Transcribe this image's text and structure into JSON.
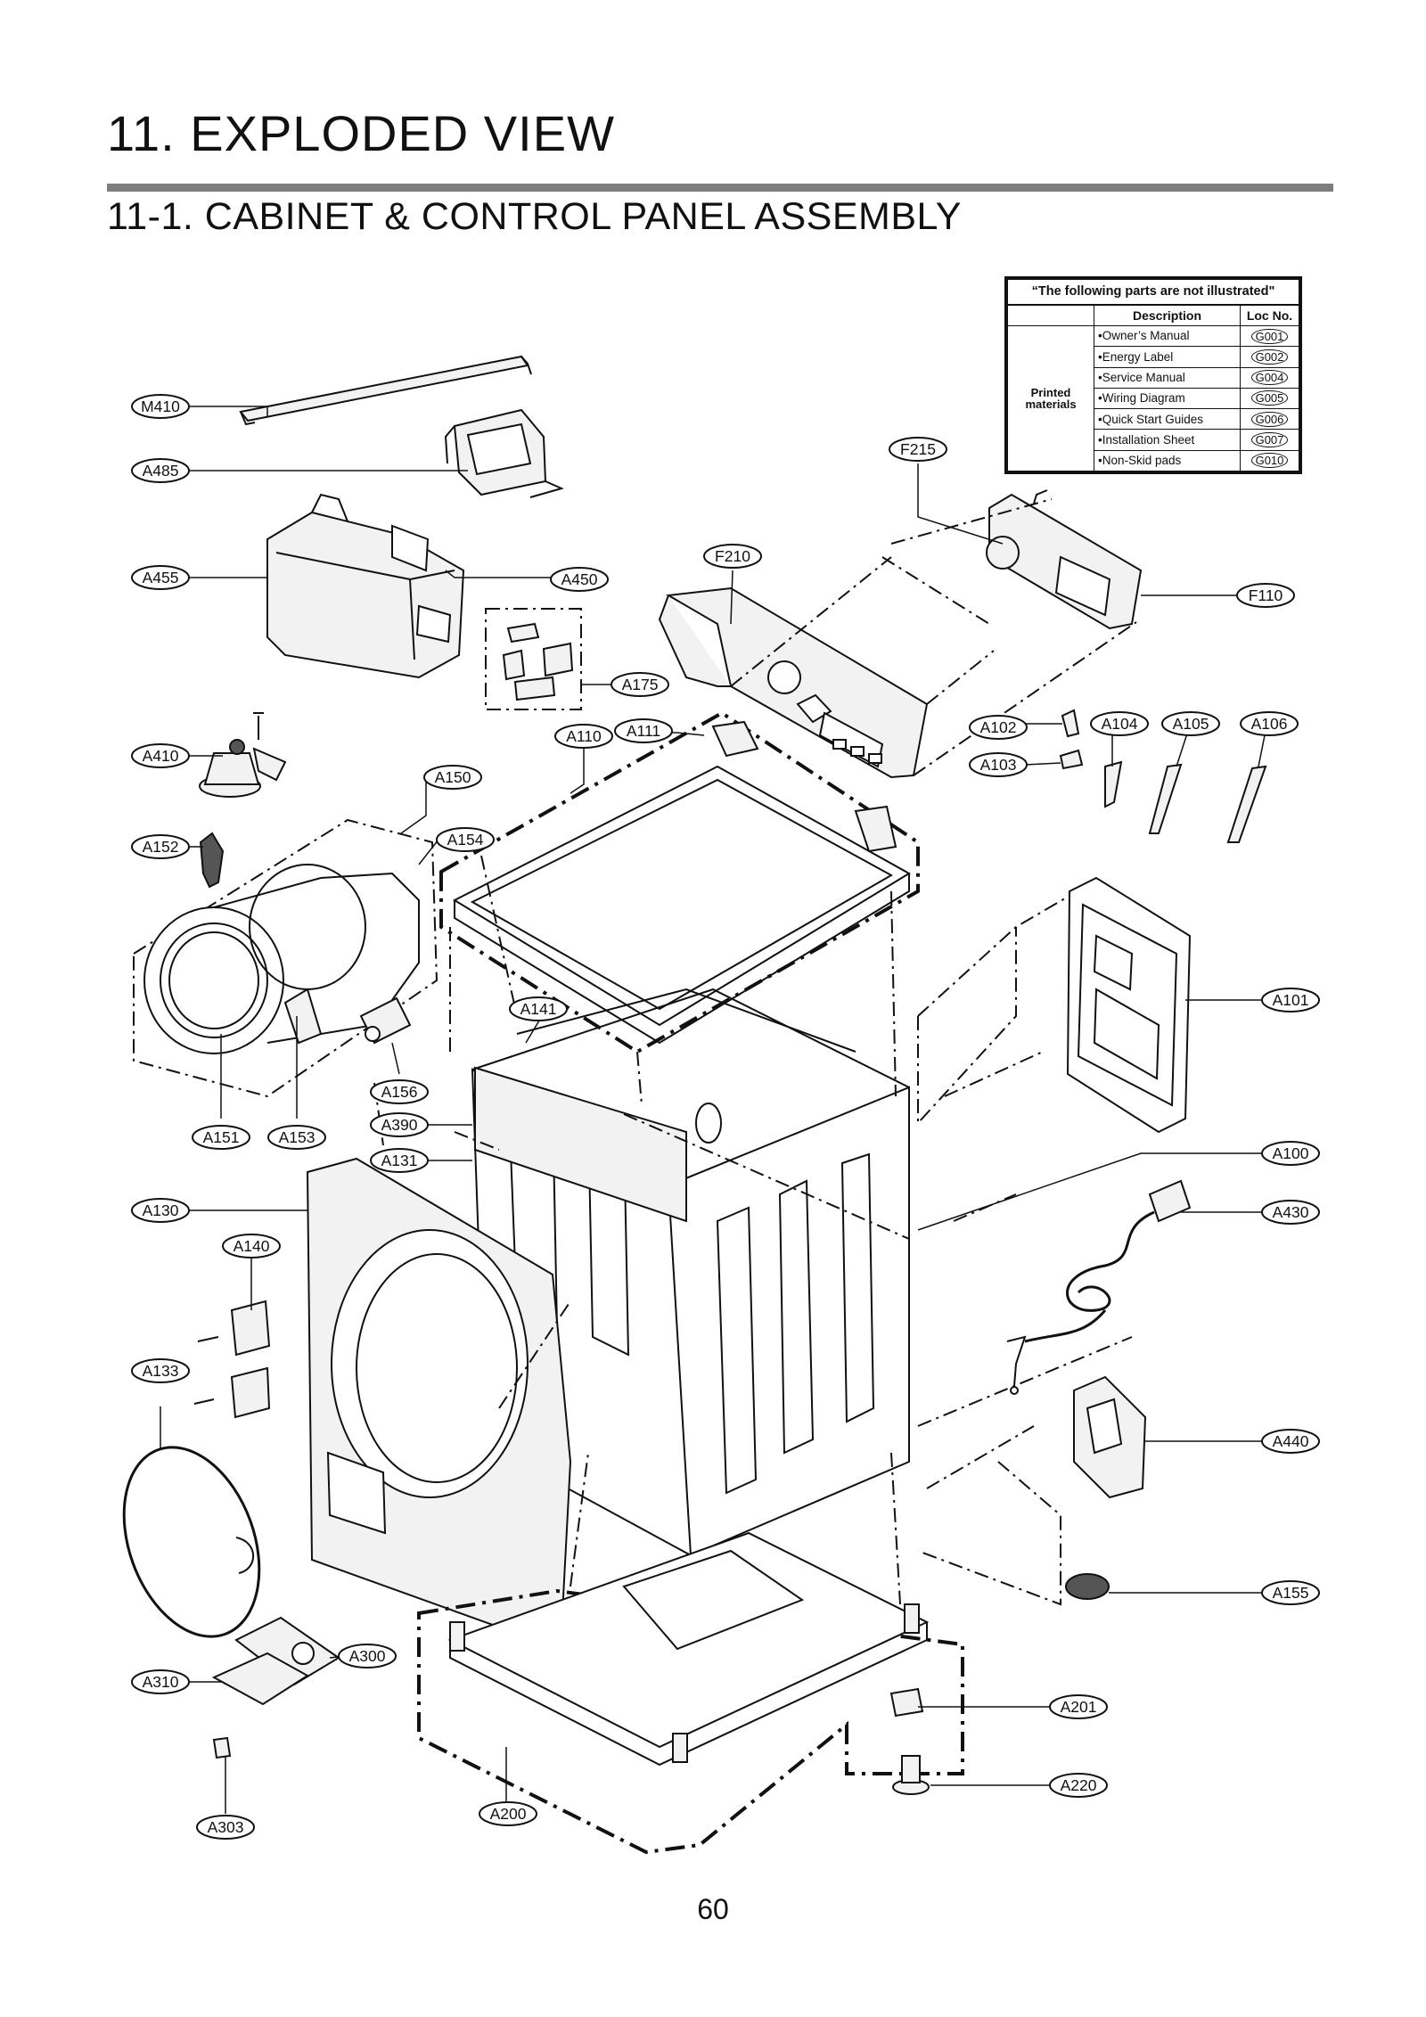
{
  "page": {
    "title": "11. EXPLODED VIEW",
    "subtitle": "11-1. CABINET  & CONTROL PANEL ASSEMBLY",
    "page_number": "60"
  },
  "not_illustrated": {
    "caption": "“The following parts are not illustrated\"",
    "headers": {
      "description": "Description",
      "loc": "Loc No."
    },
    "group": "Printed materials",
    "rows": [
      {
        "description": "•Owner’s Manual",
        "loc": "G001"
      },
      {
        "description": "•Energy Label",
        "loc": "G002"
      },
      {
        "description": "•Service Manual",
        "loc": "G004"
      },
      {
        "description": "•Wiring Diagram",
        "loc": "G005"
      },
      {
        "description": "•Quick Start Guides",
        "loc": "G006"
      },
      {
        "description": "•Installation Sheet",
        "loc": "G007"
      },
      {
        "description": "•Non-Skid pads",
        "loc": "G010"
      }
    ]
  },
  "callouts": {
    "M410": "M410",
    "A485": "A485",
    "A455": "A455",
    "A450": "A450",
    "A175": "A175",
    "F215": "F215",
    "F210": "F210",
    "F110": "F110",
    "A410": "A410",
    "A110": "A110",
    "A111": "A111",
    "A150": "A150",
    "A152": "A152",
    "A154": "A154",
    "A102": "A102",
    "A103": "A103",
    "A104": "A104",
    "A105": "A105",
    "A106": "A106",
    "A101": "A101",
    "A141": "A141",
    "A156": "A156",
    "A390": "A390",
    "A131": "A131",
    "A151": "A151",
    "A153": "A153",
    "A100": "A100",
    "A130": "A130",
    "A430": "A430",
    "A140": "A140",
    "A133": "A133",
    "A440": "A440",
    "A155": "A155",
    "A300": "A300",
    "A310": "A310",
    "A201": "A201",
    "A220": "A220",
    "A303": "A303",
    "A200": "A200"
  },
  "colors": {
    "rule": "#7d7d7d",
    "line": "#111111",
    "part_fill": "#f2f2f2"
  }
}
